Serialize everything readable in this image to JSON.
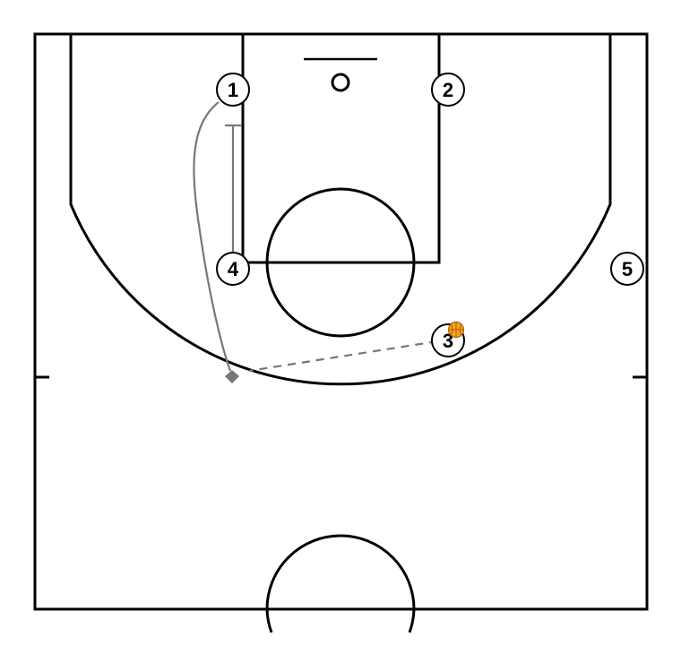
{
  "colors": {
    "background": "#ffffff",
    "lines": "#000000",
    "movement": "#777777",
    "screen": "#777777",
    "pass": "#777777",
    "ball": "#f5a623",
    "ball_seams": "#b35900"
  },
  "players": [
    {
      "id": "p1",
      "label": "1"
    },
    {
      "id": "p2",
      "label": "2"
    },
    {
      "id": "p3",
      "label": "3"
    },
    {
      "id": "p4",
      "label": "4"
    },
    {
      "id": "p5",
      "label": "5"
    }
  ],
  "actions": [
    {
      "type": "cut",
      "player": "1"
    },
    {
      "type": "screen",
      "player": "4"
    },
    {
      "type": "pass",
      "from": "3"
    }
  ],
  "ball_holder": "3"
}
